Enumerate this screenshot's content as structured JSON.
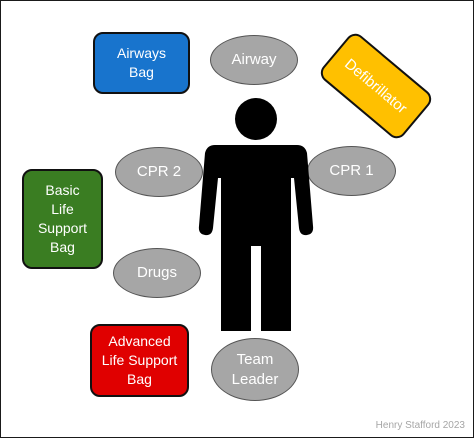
{
  "roles": {
    "airway": "Airway",
    "cpr1": "CPR 1",
    "cpr2": "CPR 2",
    "drugs": "Drugs",
    "team_leader": "Team\nLeader"
  },
  "equipment": {
    "airways_bag": {
      "label": "Airways\nBag",
      "color": "#1874cd"
    },
    "defibrillator": {
      "label": "Defibrillator",
      "color": "#ffc000"
    },
    "basic_life_support_bag": {
      "label": "Basic\nLife\nSupport\nBag",
      "color": "#3a7d22"
    },
    "advanced_life_support_bag": {
      "label": "Advanced\nLife Support\nBag",
      "color": "#e00000"
    }
  },
  "colors": {
    "role_fill": "#a6a6a6",
    "figure": "#000000"
  },
  "icons": {
    "patient": "person-icon"
  },
  "credit": "Henry Stafford 2023"
}
